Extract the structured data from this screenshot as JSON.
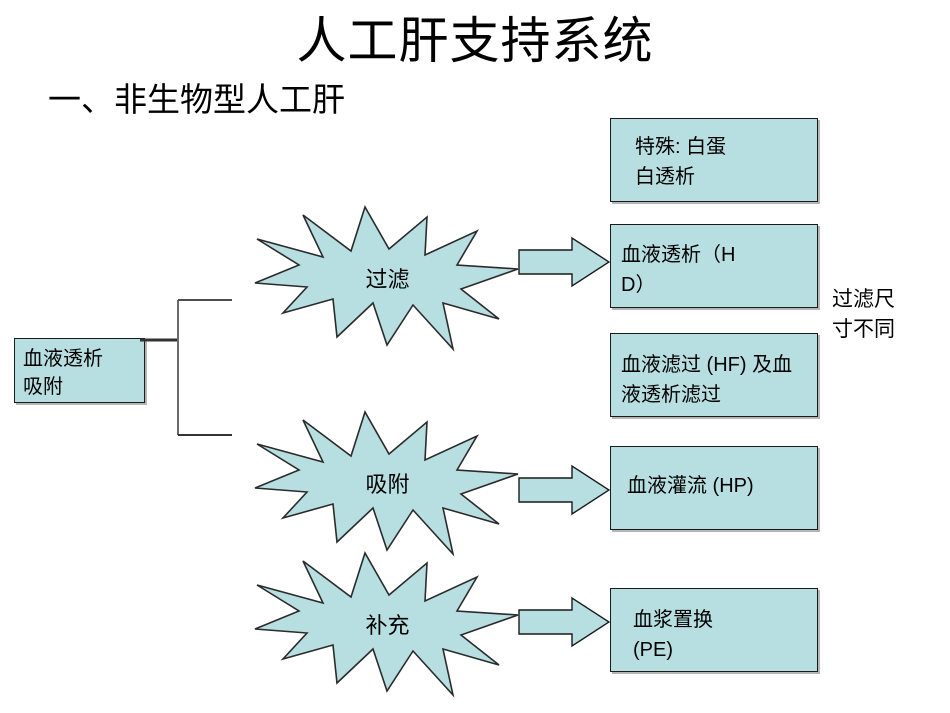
{
  "slide": {
    "title": "人工肝支持系统",
    "subtitle": "一、非生物型人工肝"
  },
  "source_node": {
    "label": "血液透析\n吸附"
  },
  "mechanisms": [
    {
      "name": "filtration",
      "label": "过滤"
    },
    {
      "name": "adsorption",
      "label": "吸附"
    },
    {
      "name": "supplementation",
      "label": "补充"
    }
  ],
  "outcomes": [
    {
      "name": "albumin-dialysis",
      "label": "特殊: 白蛋\n白透析"
    },
    {
      "name": "hemodialysis",
      "label": "血液透析（H\nD）"
    },
    {
      "name": "hemofiltration",
      "label": "血液滤过 (HF) 及血\n液透析滤过"
    },
    {
      "name": "hemoperfusion",
      "label": "血液灌流 (HP)"
    },
    {
      "name": "plasma-exchange",
      "label": "血浆置换\n(PE)"
    }
  ],
  "annotations": {
    "pore_size_note": "过滤尺\n寸不同"
  },
  "colors": {
    "shape_fill": "#b7dfe1",
    "shape_stroke": "#1a1a1a",
    "text": "#000000",
    "background": "#ffffff",
    "connector": "#595959"
  }
}
